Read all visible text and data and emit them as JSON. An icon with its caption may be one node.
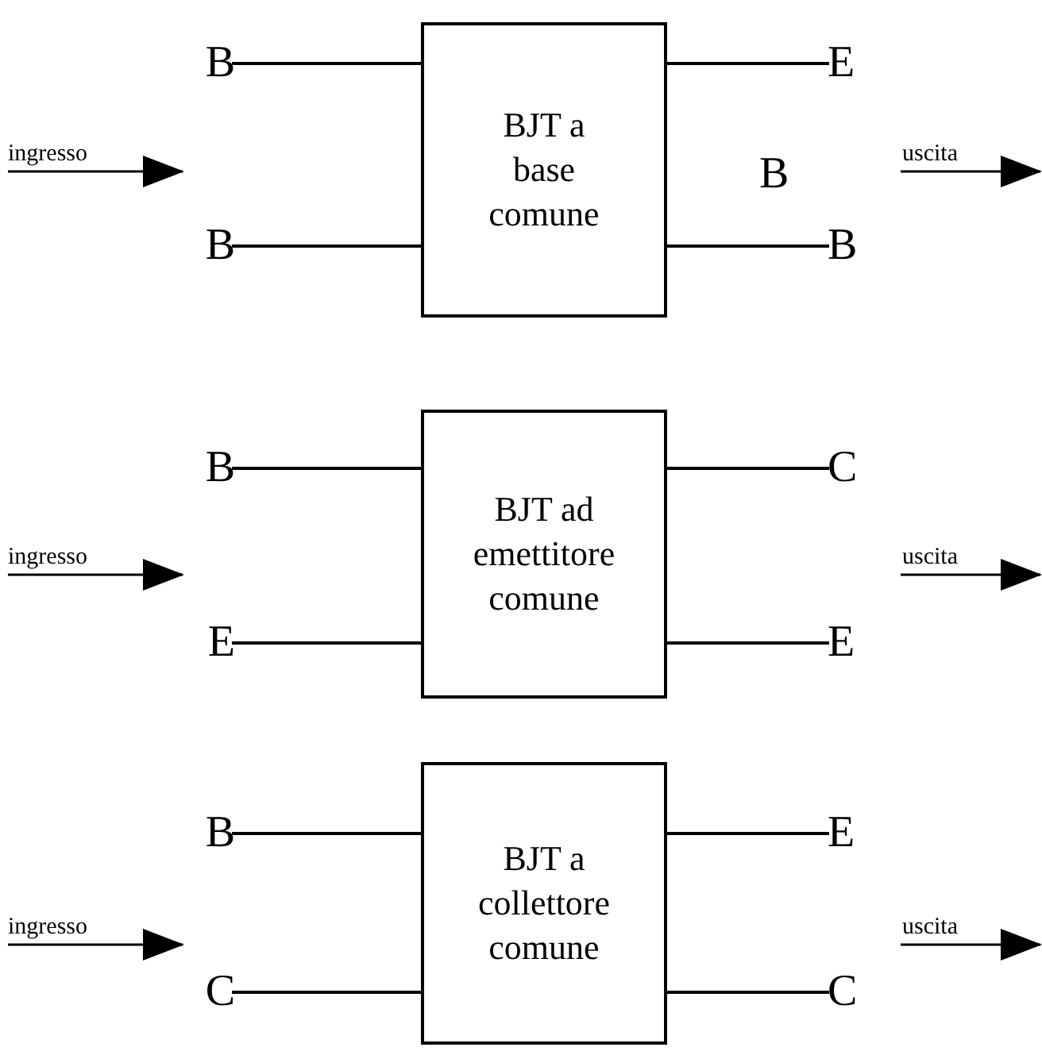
{
  "diagram": {
    "nodes": [
      {
        "text": [
          "BJT a base comune"
        ]
      },
      {
        "text": [
          "B"
        ]
      },
      {
        "text": [
          "B"
        ]
      },
      {
        "text": [
          "E"
        ]
      },
      {
        "text": [
          "B"
        ]
      },
      {
        "text": [
          "BJT ad emettitore comune"
        ]
      },
      {
        "text": [
          "B"
        ]
      },
      {
        "text": [
          "E"
        ]
      },
      {
        "text": [
          "C"
        ]
      },
      {
        "text": [
          "E"
        ]
      },
      {
        "text": [
          "BJT a collettore comune"
        ]
      },
      {
        "text": [
          "B"
        ]
      },
      {
        "text": [
          "C"
        ]
      },
      {
        "text": [
          "E"
        ]
      },
      {
        "text": [
          "C"
        ]
      }
    ],
    "edges": [
      {
        "from": 1,
        "to": 0,
        "arrow": "none"
      },
      {
        "from": 2,
        "to": 0,
        "arrow": "none"
      },
      {
        "from": 3,
        "to": 0,
        "arrow": "none"
      },
      {
        "from": 4,
        "to": 0,
        "arrow": "none"
      },
      {
        "from": 6,
        "to": 5,
        "arrow": "none"
      },
      {
        "from": 7,
        "to": 5,
        "arrow": "none"
      },
      {
        "from": 8,
        "to": 5,
        "arrow": "none"
      },
      {
        "from": 9,
        "to": 5,
        "arrow": "none"
      },
      {
        "from": 11,
        "to": 10,
        "arrow": "none"
      },
      {
        "from": 12,
        "to": 10,
        "arrow": "none"
      },
      {
        "from": 13,
        "to": 10,
        "arrow": "none"
      },
      {
        "from": 14,
        "to": 10,
        "arrow": "none"
      }
    ],
    "labels": [
      "ingresso",
      "uscita",
      "B",
      "ingresso",
      "uscita",
      "ingresso",
      "uscita"
    ]
  }
}
